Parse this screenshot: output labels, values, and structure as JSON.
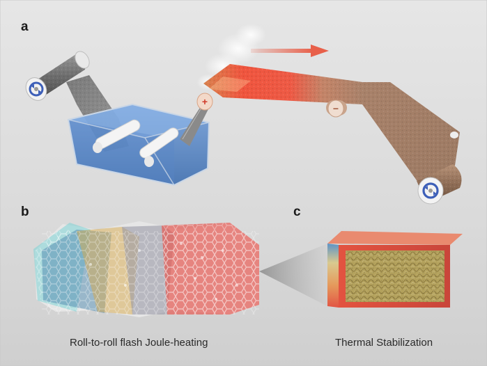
{
  "panels": {
    "a": {
      "label": "a"
    },
    "b": {
      "label": "b",
      "caption": "Roll-to-roll flash Joule-heating"
    },
    "c": {
      "label": "c",
      "caption": "Thermal Stabilization"
    }
  },
  "electrodes": {
    "positive": "+",
    "negative": "−"
  },
  "colors": {
    "background": "#dcdcdc",
    "hot_film": "#f0553e",
    "cooled_film": "#a9826a",
    "bath_liquid": "#5d8fce",
    "arrow": "#e8604a"
  }
}
